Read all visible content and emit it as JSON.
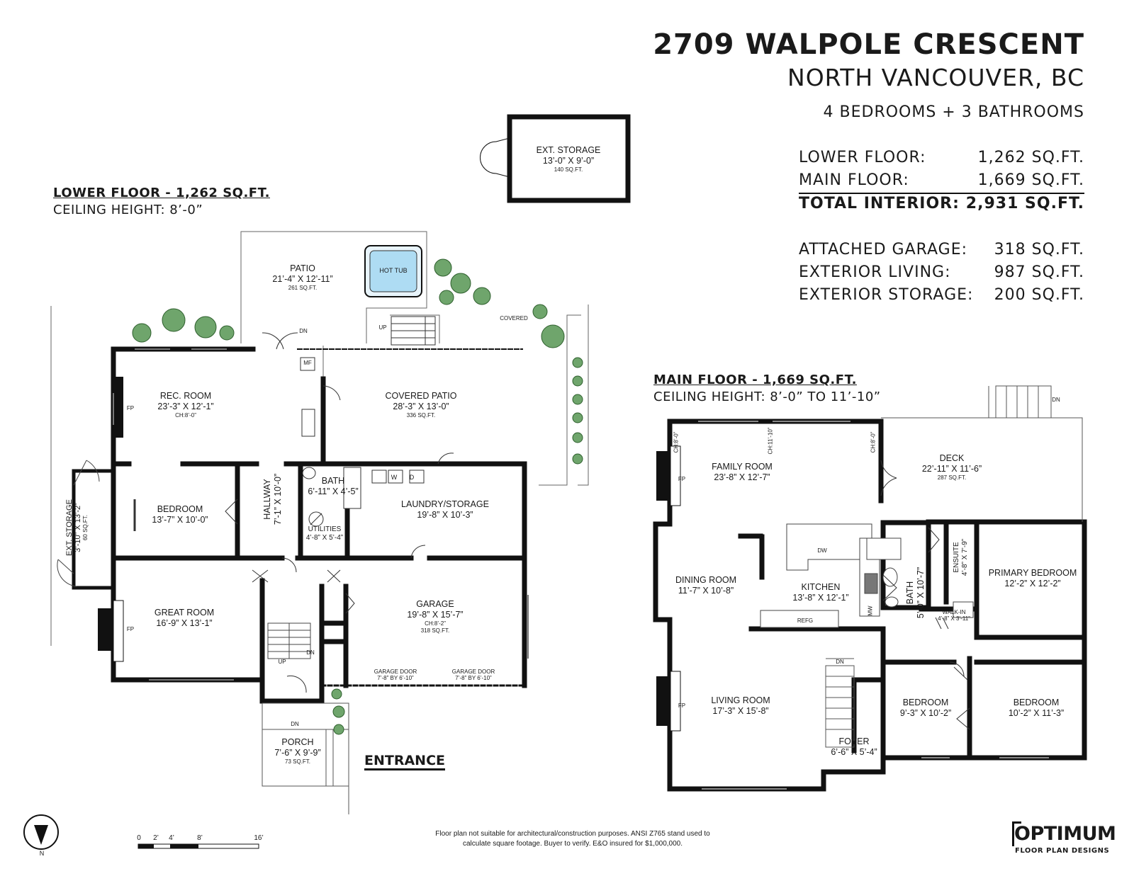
{
  "header": {
    "address": "2709 WALPOLE CRESCENT",
    "city": "NORTH VANCOUVER, BC",
    "rooms": "4 BEDROOMS + 3 BATHROOMS"
  },
  "stats": [
    {
      "label": "LOWER FLOOR:",
      "value": "1,262 SQ.FT."
    },
    {
      "label": "MAIN FLOOR:",
      "value": "1,669 SQ.FT."
    },
    {
      "label": "TOTAL INTERIOR:",
      "value": "2,931 SQ.FT."
    },
    {
      "label": "ATTACHED GARAGE:",
      "value": "318 SQ.FT."
    },
    {
      "label": "EXTERIOR LIVING:",
      "value": "987 SQ.FT."
    },
    {
      "label": "EXTERIOR STORAGE:",
      "value": "200 SQ.FT."
    }
  ],
  "lower_floor": {
    "title": "LOWER FLOOR - 1,262 SQ.FT.",
    "ceiling": "CEILING HEIGHT: 8’-0”",
    "rooms": {
      "ext_storage_top": {
        "name": "EXT. STORAGE",
        "dim": "13’-0” X 9’-0”",
        "area": "140 SQ.FT."
      },
      "patio": {
        "name": "PATIO",
        "dim": "21’-4” X 12’-11”",
        "area": "261 SQ.FT."
      },
      "hot_tub": "HOT TUB",
      "rec_room": {
        "name": "REC. ROOM",
        "dim": "23’-3” X 12’-1”",
        "area": "CH:8’-0”"
      },
      "covered_patio": {
        "name": "COVERED PATIO",
        "dim": "28’-3” X 13’-0”",
        "area": "336 SQ.FT."
      },
      "bedroom": {
        "name": "BEDROOM",
        "dim": "13’-7” X 10’-0”"
      },
      "hallway": {
        "name": "HALLWAY",
        "dim": "7’-1” X 10’-0”"
      },
      "bath": {
        "name": "BATH",
        "dim": "6’-11” X 4’-5”"
      },
      "utilities": {
        "name": "UTILITIES",
        "dim": "4’-8” X 5’-4”"
      },
      "laundry": {
        "name": "LAUNDRY/STORAGE",
        "dim": "19’-8” X 10’-3”"
      },
      "ext_storage_side": {
        "name": "EXT. STORAGE",
        "dim": "3’-10” X 13’-2”",
        "area": "60 SQ.FT."
      },
      "great_room": {
        "name": "GREAT ROOM",
        "dim": "16’-9” X 13’-1”"
      },
      "garage": {
        "name": "GARAGE",
        "dim": "19’-8” X 15’-7”",
        "ch": "CH:8’-2”",
        "area": "318 SQ.FT."
      },
      "garage_door_1": {
        "name": "GARAGE DOOR",
        "dim": "7’-8” BY 6’-10”"
      },
      "garage_door_2": {
        "name": "GARAGE DOOR",
        "dim": "7’-8” BY 6’-10”"
      },
      "porch": {
        "name": "PORCH",
        "dim": "7’-6” X 9’-9”",
        "area": "73 SQ.FT."
      }
    },
    "labels": {
      "fp": "FP",
      "mf": "MF",
      "w": "W",
      "d": "D",
      "up": "UP",
      "dn": "DN",
      "covered": "COVERED"
    },
    "entrance": "ENTRANCE"
  },
  "main_floor": {
    "title": "MAIN FLOOR - 1,669 SQ.FT.",
    "ceiling": "CEILING HEIGHT: 8’-0” TO 11’-10”",
    "rooms": {
      "family_room": {
        "name": "FAMILY ROOM",
        "dim": "23’-8” X 12’-7”"
      },
      "deck": {
        "name": "DECK",
        "dim": "22’-11” X 11’-6”",
        "area": "287 SQ.FT."
      },
      "dining_room": {
        "name": "DINING ROOM",
        "dim": "11’-7” X 10’-8”"
      },
      "kitchen": {
        "name": "KITCHEN",
        "dim": "13’-8” X 12’-1”"
      },
      "bath": {
        "name": "BATH",
        "dim": "5’-0” X 10’-7”"
      },
      "ensuite": {
        "name": "ENSUITE",
        "dim": "4’-8” X 7’-9”"
      },
      "primary_bedroom": {
        "name": "PRIMARY BEDROOM",
        "dim": "12’-2” X 12’-2”"
      },
      "walk_in": {
        "name": "WALK-IN",
        "dim": "4’-8” X 3’-11”"
      },
      "living_room": {
        "name": "LIVING ROOM",
        "dim": "17’-3” X 15’-8”"
      },
      "foyer": {
        "name": "FOYER",
        "dim": "6’-6” X 5’-4”"
      },
      "bedroom_1": {
        "name": "BEDROOM",
        "dim": "9’-3” X 10’-2”"
      },
      "bedroom_2": {
        "name": "BEDROOM",
        "dim": "10’-2” X 11’-3”"
      }
    },
    "labels": {
      "fp": "FP",
      "dw": "DW",
      "refg": "REFG",
      "mw": "MW",
      "dn": "DN",
      "ch1": "CH:8’-0”",
      "ch2": "CH:11’-10”",
      "ch3": "CH:8’-0”"
    }
  },
  "scale": [
    "0",
    "2’",
    "4’",
    "8’",
    "16’"
  ],
  "compass": "N",
  "disclaimer": "Floor plan not suitable for architectural/construction purposes. ANSI Z765 stand used to calculate square footage. Buyer to verify. E&O insured for $1,000,000.",
  "logo": {
    "name": "OPTIMUM",
    "tagline": "FLOOR PLAN DESIGNS"
  }
}
